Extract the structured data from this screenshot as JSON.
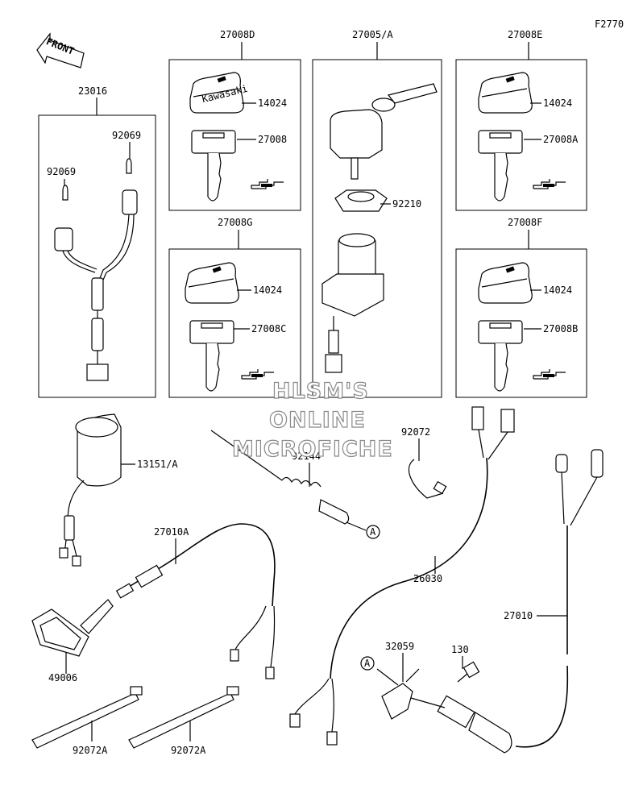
{
  "figure_code": "F2770",
  "front_label": "FRONT",
  "watermark": [
    "HLSM'S",
    "ONLINE",
    "MICROFICHE"
  ],
  "key_brand": "Kawasaki",
  "callout_letter": "A",
  "groups": {
    "harness_23016": {
      "title": "23016",
      "parts": [
        "92069",
        "92069"
      ]
    },
    "key_27008D": {
      "title": "27008D",
      "parts": [
        "14024",
        "27008"
      ]
    },
    "switch_27005A": {
      "title": "27005/A",
      "parts": [
        "92210"
      ]
    },
    "key_27008E": {
      "title": "27008E",
      "parts": [
        "14024",
        "27008A"
      ]
    },
    "key_27008G": {
      "title": "27008G",
      "parts": [
        "14024",
        "27008C"
      ]
    },
    "key_27008F": {
      "title": "27008F",
      "parts": [
        "14024",
        "27008B"
      ]
    }
  },
  "loose_parts": [
    "13151/A",
    "92144",
    "92072",
    "27010A",
    "26030",
    "27010",
    "49006",
    "32059",
    "130",
    "92072A",
    "92072A"
  ]
}
